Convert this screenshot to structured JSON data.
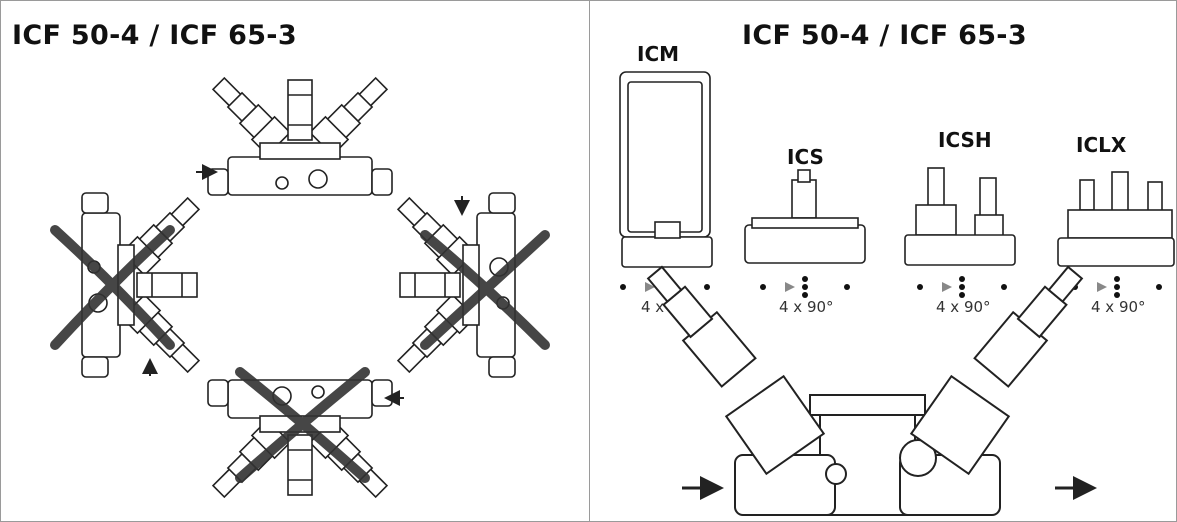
{
  "left_panel": {
    "title": "ICF 50-4 / ICF 65-3"
  },
  "right_panel": {
    "title": "ICF 50-4 / ICF 65-3",
    "modules": [
      {
        "label": "ICM",
        "rotation": "4 x 90°"
      },
      {
        "label": "ICS",
        "rotation": "4 x 90°"
      },
      {
        "label": "ICSH",
        "rotation": "4 x 90°"
      },
      {
        "label": "ICLX",
        "rotation": "4 x 90°"
      }
    ]
  },
  "colors": {
    "line": "#222222",
    "cross": "#333333",
    "border": "#9a9a9a",
    "arrow": "#222222"
  }
}
